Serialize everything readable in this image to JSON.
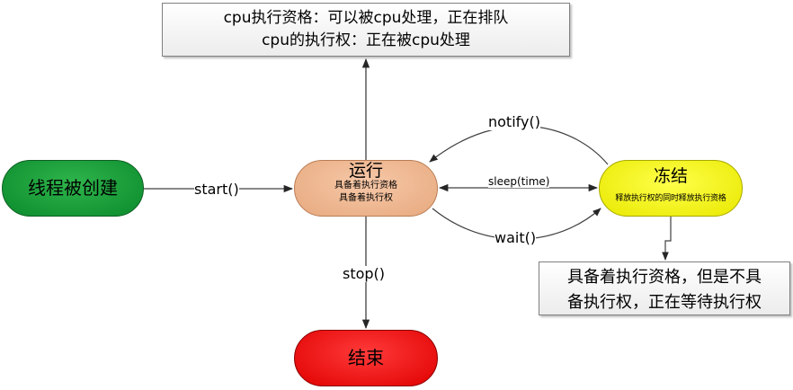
{
  "notes": {
    "cpu_top": [
      "cpu执行资格：可以被cpu处理，正在排队",
      "cpu的执行权：正在被cpu处理"
    ],
    "frozen_info": [
      "具备着执行资格，但是不具",
      "备执行权，正在等待执行权"
    ]
  },
  "states": {
    "created": {
      "title": "线程被创建"
    },
    "running": {
      "title": "运行",
      "sub1": "具备着执行资格",
      "sub2": "具备着执行权"
    },
    "frozen": {
      "title": "冻结",
      "sub": "释放执行权的同时释放执行资格"
    },
    "ended": {
      "title": "结束"
    }
  },
  "transitions": {
    "start": "start()",
    "notify": "notify()",
    "sleep": "sleep(time)",
    "wait": "wait()",
    "stop": "stop()"
  },
  "colors": {
    "created": "#0b8a2c",
    "running": "#f4b183",
    "frozen": "#ffff00",
    "ended": "#ff0000",
    "wire": "#404040"
  }
}
